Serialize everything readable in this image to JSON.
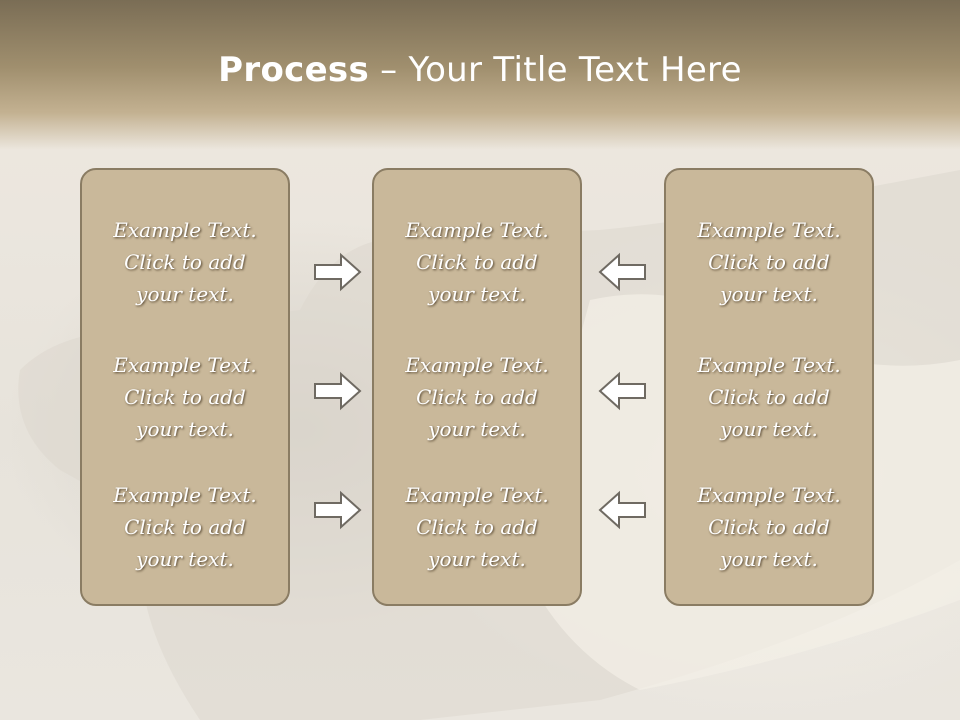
{
  "slide": {
    "title_bold": "Process",
    "title_rest": " – Your Title Text Here"
  },
  "columns": [
    {
      "items": [
        [
          "Example Text.",
          "Click  to add",
          "your text."
        ],
        [
          "Example Text.",
          "Click  to add",
          "your text."
        ],
        [
          "Example Text.",
          "Click  to add",
          "your text."
        ]
      ]
    },
    {
      "items": [
        [
          "Example Text.",
          "Click  to add",
          "your text."
        ],
        [
          "Example Text.",
          "Click  to add",
          "your text."
        ],
        [
          "Example Text.",
          "Click  to add",
          "your text."
        ]
      ]
    },
    {
      "items": [
        [
          "Example Text.",
          "Click  to add",
          "your text."
        ],
        [
          "Example Text.",
          "Click  to add",
          "your text."
        ],
        [
          "Example Text.",
          "Click  to add",
          "your text."
        ]
      ]
    }
  ],
  "arrows": {
    "left_group": "arrow-right-icon",
    "right_group": "arrow-left-icon"
  },
  "colors": {
    "panel_fill": "#c9b89a",
    "panel_border": "#8a7c63",
    "header": "#a08f6e",
    "text": "#ffffff"
  }
}
